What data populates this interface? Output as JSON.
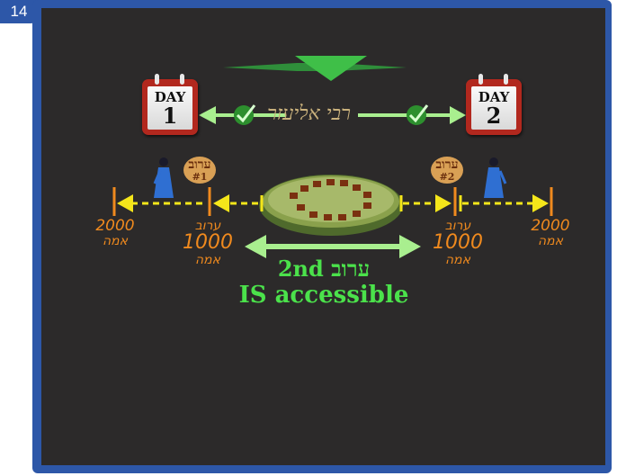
{
  "slide_number": "14",
  "colors": {
    "frame": "#2d57a8",
    "board": "#2c2a2a",
    "accent_green": "#4be24b",
    "dist_orange": "#f08a1e",
    "marker_yellow": "#f5e61a",
    "calendar_red": "#b2281e"
  },
  "calendar_left": {
    "day_label": "DAY",
    "day_number": "1",
    "icon": "calendar-icon"
  },
  "calendar_right": {
    "day_label": "DAY",
    "day_number": "2",
    "icon": "calendar-icon"
  },
  "rabbi_label": "רבי אליעזר",
  "checks": {
    "left": "✓",
    "right": "✓"
  },
  "eruv_left": {
    "title": "ערוב",
    "number": "#1"
  },
  "eruv_right": {
    "title": "ערוב",
    "number": "#2"
  },
  "distances": {
    "far_left": {
      "value": "2000",
      "unit": "אמה"
    },
    "near_left": {
      "value": "1000",
      "unit": "אמה",
      "label": "ערוב"
    },
    "near_right": {
      "value": "1000",
      "unit": "אמה",
      "label": "ערוב"
    },
    "far_right": {
      "value": "2000",
      "unit": "אמה"
    }
  },
  "caption": {
    "line1": "2nd ערוב",
    "line2": "IS accessible"
  }
}
